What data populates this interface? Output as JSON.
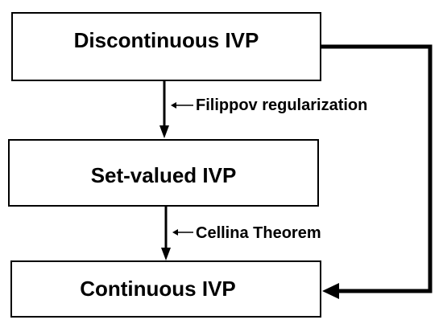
{
  "nodes": {
    "discontinuous": "Discontinuous IVP",
    "set_valued": "Set-valued IVP",
    "continuous": "Continuous IVP"
  },
  "edges": {
    "regularization": "Filippov regularization",
    "theorem": "Cellina Theorem"
  },
  "colors": {
    "stroke": "#000000",
    "background": "#ffffff"
  }
}
